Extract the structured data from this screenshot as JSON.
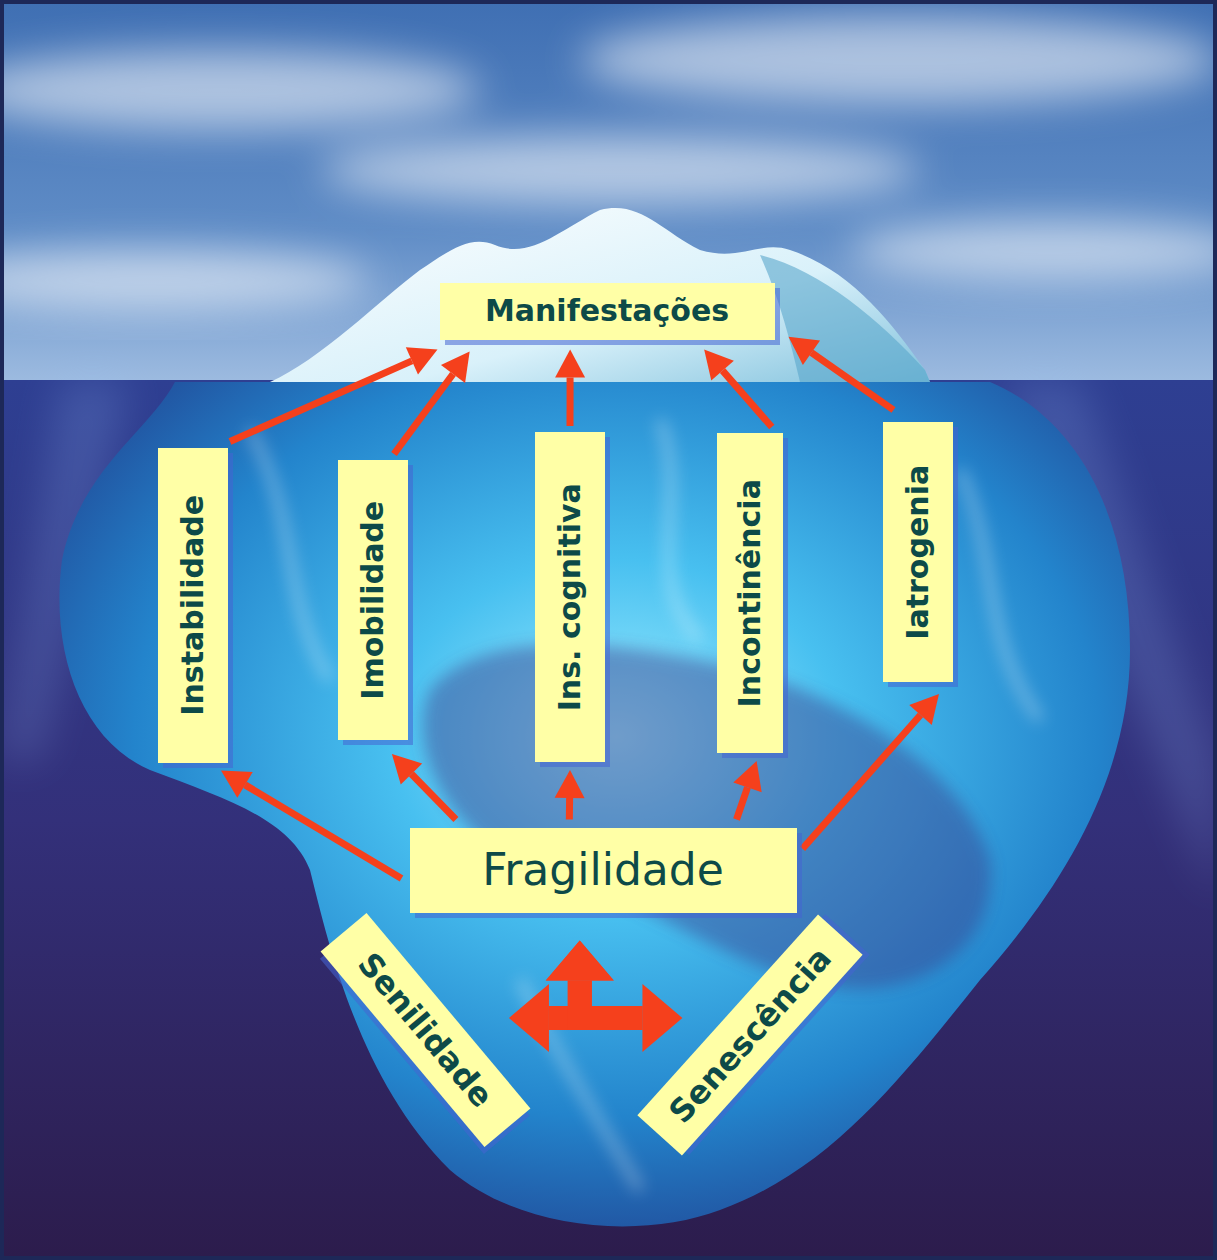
{
  "diagram": {
    "nodes": [
      {
        "text": [
          "Manifestações"
        ]
      },
      {
        "text": [
          "Instabilidade"
        ]
      },
      {
        "text": [
          "Imobilidade"
        ]
      },
      {
        "text": [
          "Ins. cognitiva"
        ]
      },
      {
        "text": [
          "Incontinência"
        ]
      },
      {
        "text": [
          "Iatrogenia"
        ]
      },
      {
        "text": [
          "Fragilidade"
        ]
      },
      {
        "text": [
          "Senilidade"
        ]
      },
      {
        "text": [
          "Senescência"
        ]
      }
    ],
    "edges": [
      {
        "from": 1,
        "to": 0,
        "arrow": "to"
      },
      {
        "from": 2,
        "to": 0,
        "arrow": "to"
      },
      {
        "from": 3,
        "to": 0,
        "arrow": "to"
      },
      {
        "from": 4,
        "to": 0,
        "arrow": "to"
      },
      {
        "from": 5,
        "to": 0,
        "arrow": "to"
      },
      {
        "from": 6,
        "to": 1,
        "arrow": "to"
      },
      {
        "from": 6,
        "to": 2,
        "arrow": "to"
      },
      {
        "from": 6,
        "to": 3,
        "arrow": "to"
      },
      {
        "from": 6,
        "to": 4,
        "arrow": "to"
      },
      {
        "from": 6,
        "to": 5,
        "arrow": "to"
      },
      {
        "from": 7,
        "to": 8,
        "arrow": "both"
      },
      {
        "from": 7,
        "to": 6,
        "arrow": "to"
      },
      {
        "from": 8,
        "to": 6,
        "arrow": "to"
      }
    ]
  }
}
